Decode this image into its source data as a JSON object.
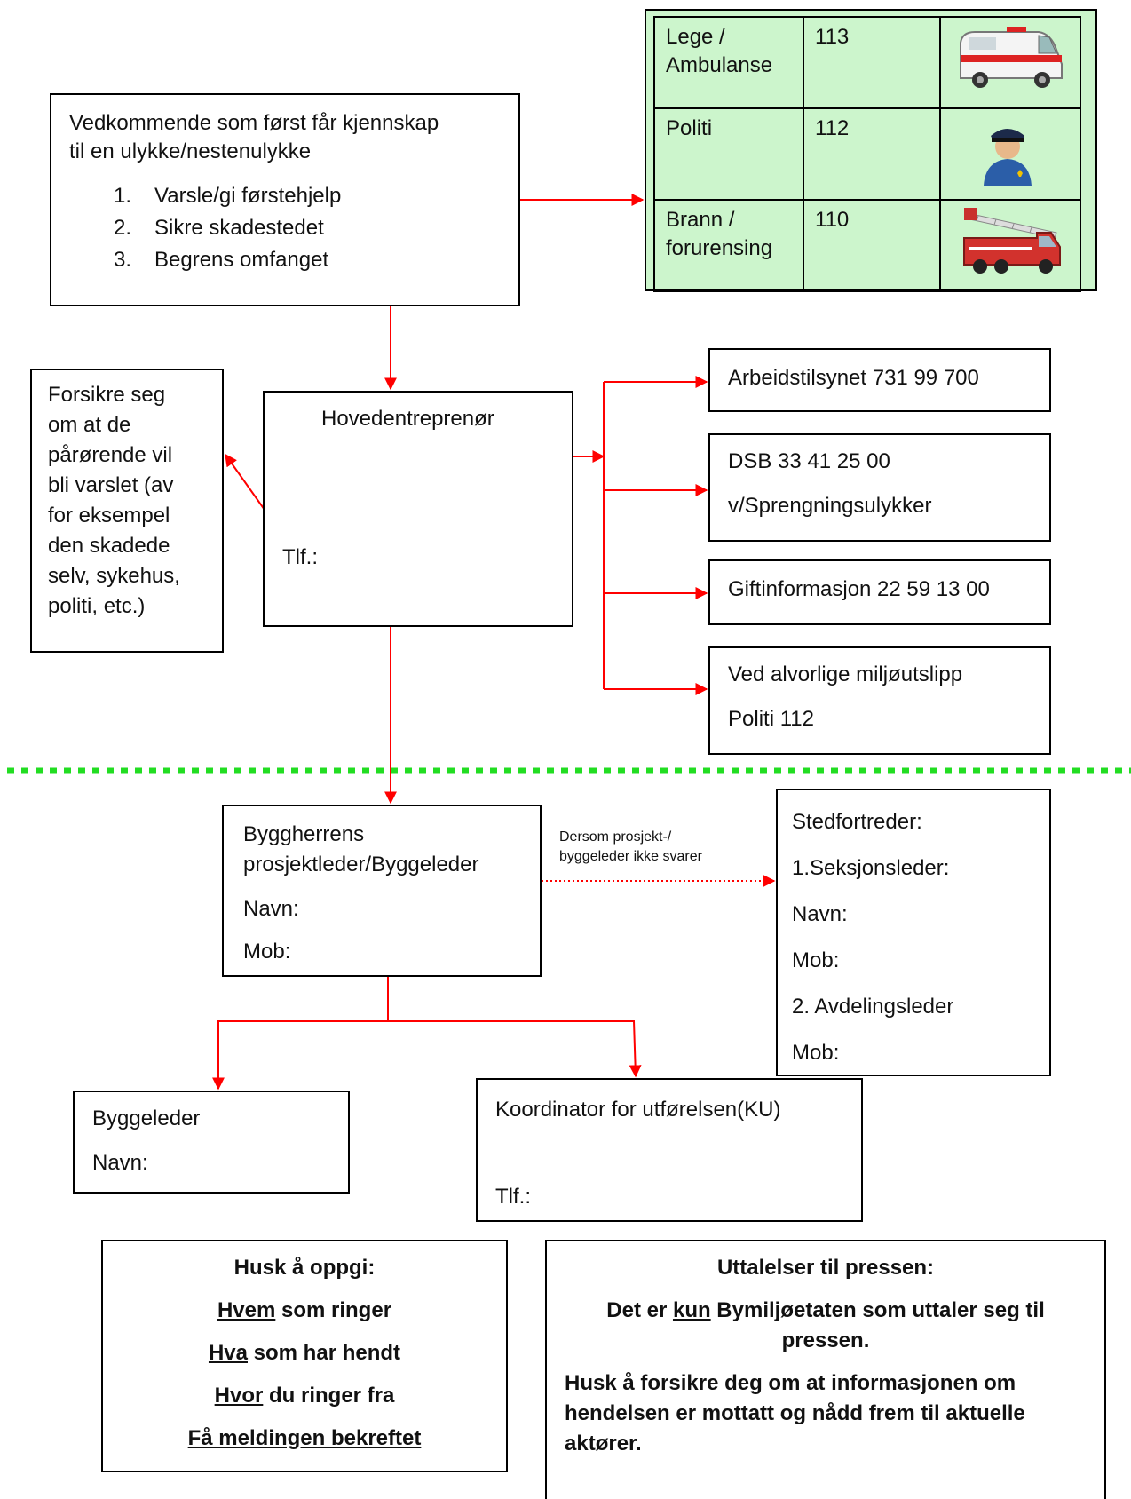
{
  "first_box": {
    "title_line1": "Vedkommende som først får kjennskap",
    "title_line2": "til en ulykke/nestenulykke",
    "steps": [
      {
        "num": "1.",
        "text": "Varsle/gi førstehjelp"
      },
      {
        "num": "2.",
        "text": "Sikre skadestedet"
      },
      {
        "num": "3.",
        "text": "Begrens omfanget"
      }
    ]
  },
  "emergency": {
    "rows": [
      {
        "service_line1": "Lege /",
        "service_line2": "Ambulanse",
        "number": "113",
        "icon": "ambulance-icon"
      },
      {
        "service_line1": "Politi",
        "service_line2": "",
        "number": "112",
        "icon": "police-officer-icon"
      },
      {
        "service_line1": "Brann /",
        "service_line2": "forurensing",
        "number": "110",
        "icon": "fire-truck-icon"
      }
    ],
    "bg_color": "#ccf5cc"
  },
  "relatives_box": {
    "lines": [
      "Forsikre seg",
      "om at de",
      "pårørende vil",
      "bli varslet (av",
      "for eksempel",
      "den skadede",
      "selv, sykehus,",
      "politi, etc.)"
    ]
  },
  "main_contractor": {
    "title": "Hovedentreprenør",
    "phone_label": "Tlf.:"
  },
  "contacts": {
    "arbeidstilsynet": "Arbeidstilsynet 731 99 700",
    "dsb_line1": "DSB 33 41 25 00",
    "dsb_line2": "v/Sprengningsulykker",
    "gift": "Giftinformasjon 22 59 13 00",
    "env_line1": "Ved alvorlige miljøutslipp",
    "env_line2": "Politi 112"
  },
  "project_leader": {
    "line1": "Byggherrens",
    "line2": "prosjektleder/Byggeleder",
    "name_label": "Navn:",
    "mobile_label": "Mob:"
  },
  "fallback_note": {
    "line1": "Dersom prosjekt-/",
    "line2": "byggeleder ikke svarer"
  },
  "deputy": {
    "title": "Stedfortreder:",
    "section_leader": "1.Seksjonsleder:",
    "name_label": "Navn:",
    "mobile_label": "Mob:",
    "dept_leader": "2. Avdelingsleder",
    "mobile_label2": "Mob:"
  },
  "site_manager": {
    "title": "Byggeleder",
    "name_label": "Navn:"
  },
  "coordinator": {
    "title": "Koordinator for utførelsen(KU)",
    "phone_label": "Tlf.:"
  },
  "remember": {
    "title": "Husk å oppgi:",
    "items": [
      {
        "u": "Hvem",
        "rest": " som ringer"
      },
      {
        "u": "Hva",
        "rest": " som har hendt"
      },
      {
        "u": "Hvor",
        "rest": " du ringer fra"
      },
      {
        "u": "Få meldingen bekreftet",
        "rest": ""
      }
    ]
  },
  "press": {
    "title": "Uttalelser til pressen:",
    "line1_pre": "Det er ",
    "line1_u": "kun",
    "line1_post": " Bymiljøetaten som uttaler seg til",
    "line2": "pressen.",
    "note_line1": "Husk å forsikre deg om at informasjonen om",
    "note_line2": "hendelsen er mottatt og nådd frem til aktuelle",
    "note_line3": "aktører."
  },
  "colors": {
    "arrow": "#ff0000",
    "divider": "#22dd22"
  }
}
